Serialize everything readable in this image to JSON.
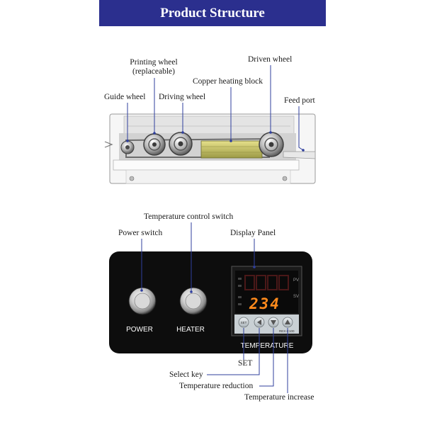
{
  "header": {
    "title": "Product Structure"
  },
  "machine": {
    "labels": {
      "printing_wheel_line1": "Printing wheel",
      "printing_wheel_line2": "(replaceable)",
      "driven_wheel": "Driven wheel",
      "guide_wheel": "Guide wheel",
      "driving_wheel": "Driving wheel",
      "copper_heating_block": "Copper heating block",
      "feed_port": "Feed port"
    }
  },
  "control_panel": {
    "labels": {
      "temperature_control_switch": "Temperature control switch",
      "power_switch": "Power switch",
      "display_panel": "Display Panel",
      "set": "SET",
      "select_key": "Select key",
      "temperature_reduction": "Temperature reduction",
      "temperature_increase": "Temperature increase"
    },
    "buttons": {
      "power": "POWER",
      "heater": "HEATER"
    },
    "display": {
      "pv_label": "PV",
      "sv_label": "SV",
      "sv_value": "234",
      "model": "REX-C100",
      "caption": "TEMPERATURE"
    },
    "colors": {
      "panel": "#0d0d0d",
      "sv_digits": "#ff8a1c",
      "pv_digits": "#3a1010"
    }
  }
}
